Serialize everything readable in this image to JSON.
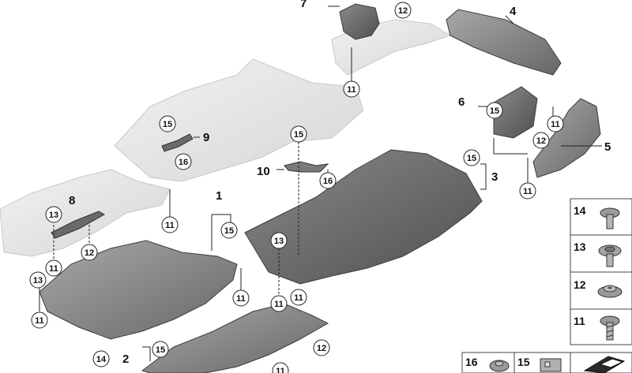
{
  "labels": {
    "p1": "1",
    "p2": "2",
    "p3": "3",
    "p4": "4",
    "p5": "5",
    "p6": "6",
    "p7": "7",
    "p8": "8",
    "p9": "9",
    "p10": "10"
  },
  "callouts": {
    "c11": "11",
    "c12": "12",
    "c13": "13",
    "c14": "14",
    "c15": "15",
    "c16": "16"
  },
  "legend": {
    "items": [
      "14",
      "13",
      "12",
      "11"
    ],
    "bottom": [
      "16",
      "15"
    ]
  },
  "colors": {
    "panel_light": "#e6e6e6",
    "panel_dark": "#6f6f6f",
    "line": "#222222"
  }
}
